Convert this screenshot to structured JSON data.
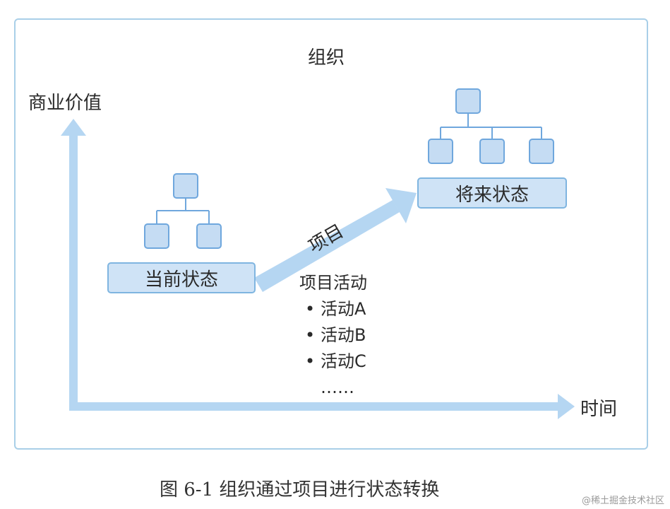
{
  "diagram": {
    "title": "组织",
    "y_axis_label": "商业价值",
    "x_axis_label": "时间",
    "current_state": "当前状态",
    "future_state": "将来状态",
    "arrow_label": "项目",
    "activities": {
      "heading": "项目活动",
      "items": [
        "活动A",
        "活动B",
        "活动C"
      ],
      "more": "……"
    }
  },
  "caption": "图 6-1    组织通过项目进行状态转换",
  "watermark": "@稀土掘金技术社区",
  "colors": {
    "frame": "#a9cfe8",
    "axis": "#b5d6f2",
    "box_fill": "#cfe3f6",
    "box_border": "#7fb5e0",
    "node_fill": "#c5dcf3"
  }
}
